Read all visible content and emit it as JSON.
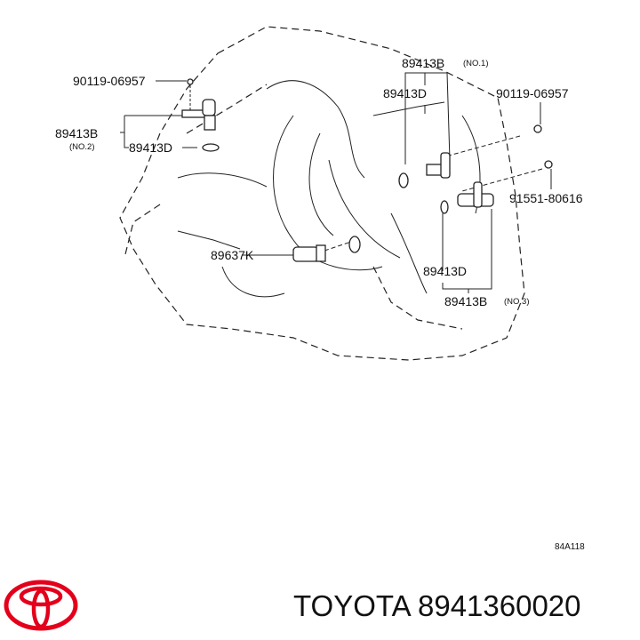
{
  "diagram": {
    "labels": {
      "bolt_left": "90119-06957",
      "sensor_no2_part": "89413B",
      "sensor_no2_tag": "(NO.2)",
      "oring_left": "89413D",
      "sensor_no1_part": "89413B",
      "sensor_no1_tag": "(NO.1)",
      "oring_no1": "89413D",
      "bolt_right": "90119-06957",
      "bolt_right2": "91551-80616",
      "switch": "89637K",
      "oring_no3": "89413D",
      "sensor_no3_part": "89413B",
      "sensor_no3_tag": "(NO.3)",
      "diagram_code": "84A118"
    }
  },
  "footer": {
    "brand": "TOYOTA",
    "part_number": "8941360020",
    "text": "TOYOTA 8941360020",
    "logo_color": "#e4001b"
  }
}
